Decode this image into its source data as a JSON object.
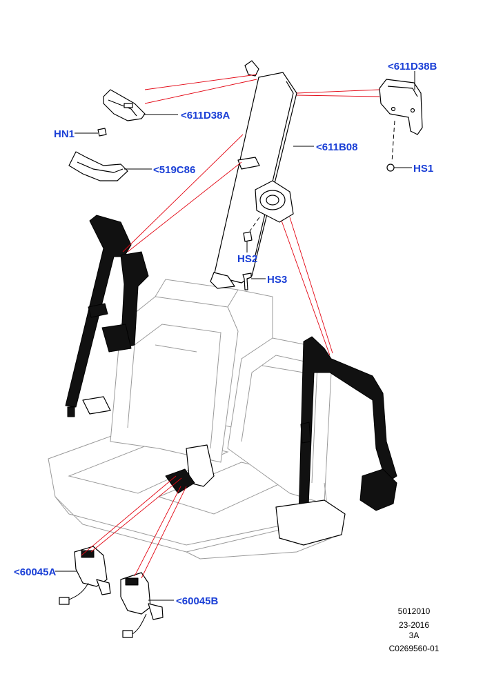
{
  "diagram": {
    "callouts": {
      "c611D38B": "<611D38B",
      "c611D38A": "<611D38A",
      "cHN1": "HN1",
      "c611B08": "<611B08",
      "c519C86": "<519C86",
      "cHS1": "HS1",
      "cHS2": "HS2",
      "cHS3": "HS3",
      "c60045A": "<60045A",
      "c60045B": "<60045B"
    },
    "footer": {
      "line1": "5012010",
      "line2": "23-2016",
      "line3": "3A",
      "line4": "C0269560-01"
    },
    "colors": {
      "callout": "#1a3fd6",
      "reference_line": "#e30613",
      "belt_dark": "#111111",
      "seat_outline": "#9a9a9a"
    }
  }
}
